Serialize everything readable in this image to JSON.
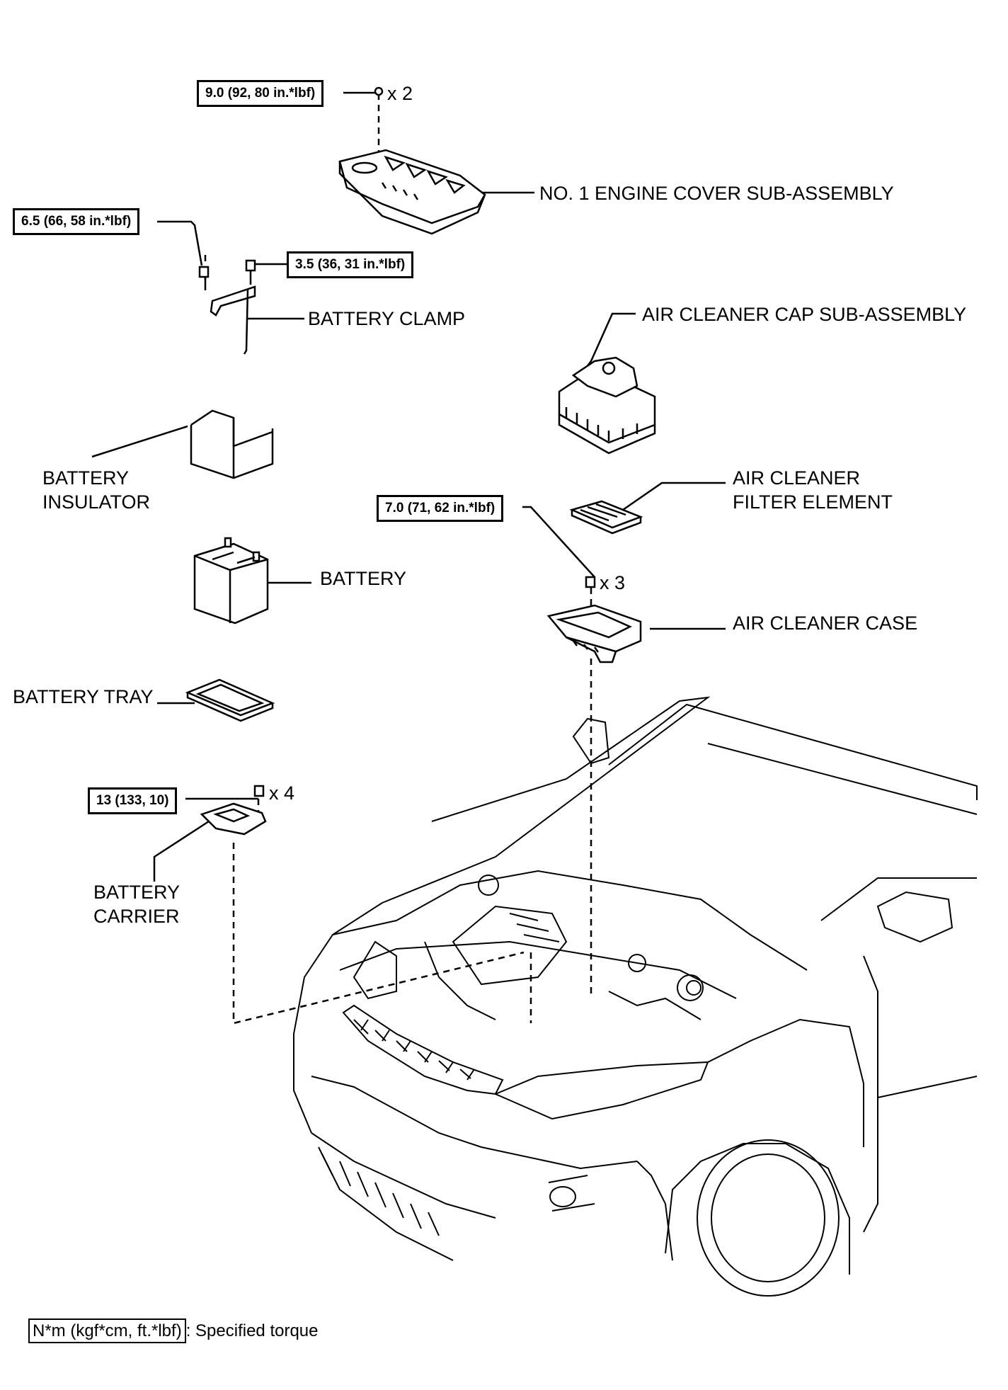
{
  "torques": {
    "engine_cover": "9.0 (92, 80 in.*lbf)",
    "clamp_bolt": "6.5 (66, 58 in.*lbf)",
    "clamp_nut": "3.5 (36, 31 in.*lbf)",
    "air_cleaner_case": "7.0 (71, 62 in.*lbf)",
    "battery_carrier": "13 (133, 10)"
  },
  "quantities": {
    "engine_cover": "x 2",
    "air_cleaner_case": "x 3",
    "battery_carrier": "x 4"
  },
  "parts": {
    "engine_cover": "NO. 1 ENGINE COVER SUB-ASSEMBLY",
    "battery_clamp": "BATTERY CLAMP",
    "air_cleaner_cap": "AIR CLEANER CAP SUB-ASSEMBLY",
    "battery_insulator_1": "BATTERY",
    "battery_insulator_2": "INSULATOR",
    "air_cleaner_filter_1": "AIR CLEANER",
    "air_cleaner_filter_2": "FILTER ELEMENT",
    "battery": "BATTERY",
    "air_cleaner_case": "AIR CLEANER CASE",
    "battery_tray": "BATTERY TRAY",
    "battery_carrier_1": "BATTERY",
    "battery_carrier_2": "CARRIER"
  },
  "legend": {
    "unit": "N*m (kgf*cm, ft.*lbf)",
    "text": ": Specified torque"
  }
}
